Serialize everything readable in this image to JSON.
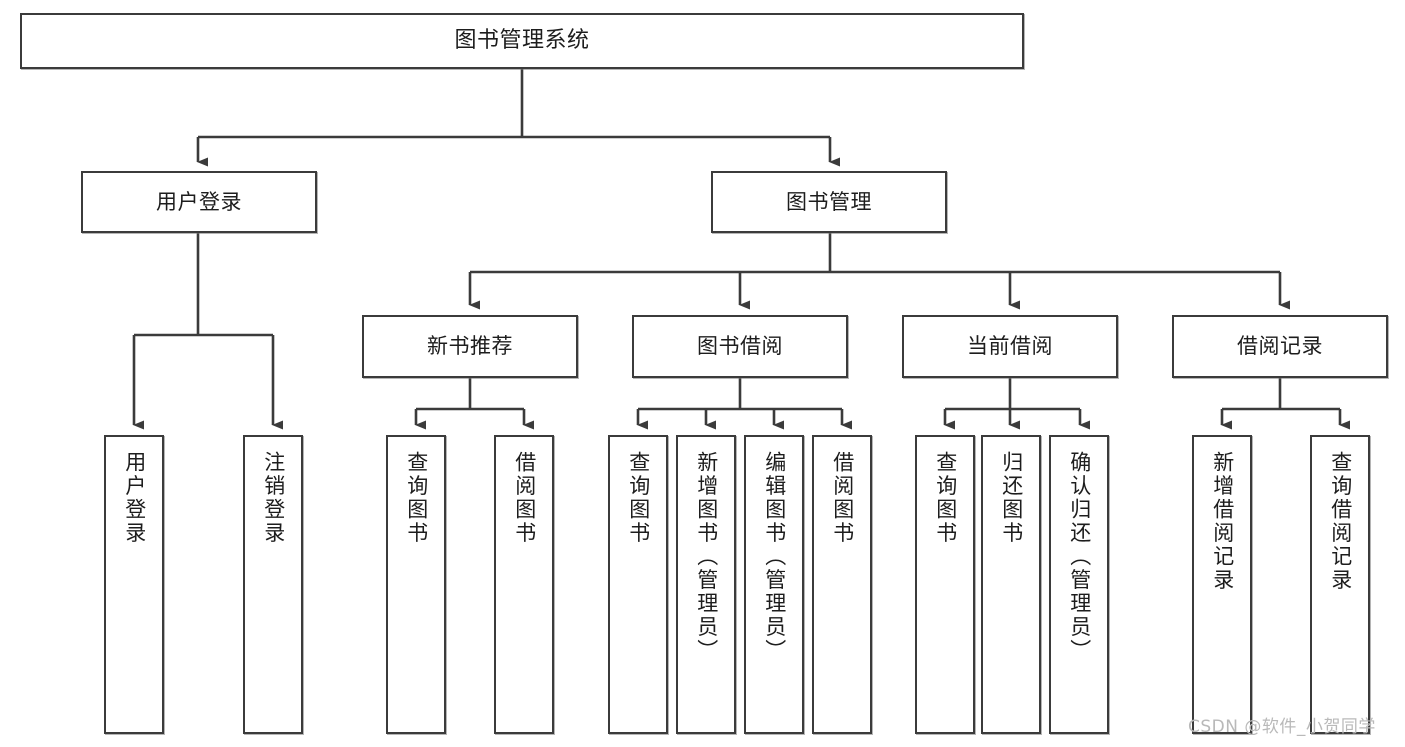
{
  "diagram": {
    "title": "图书管理系统",
    "type": "tree",
    "root": {
      "label": "图书管理系统"
    },
    "level2": [
      {
        "label": "用户登录"
      },
      {
        "label": "图书管理"
      }
    ],
    "level3": [
      {
        "label": "新书推荐"
      },
      {
        "label": "图书借阅"
      },
      {
        "label": "当前借阅"
      },
      {
        "label": "借阅记录"
      }
    ],
    "leaves": {
      "user_login": [
        {
          "label": "用户登录"
        },
        {
          "label": "注销登录"
        }
      ],
      "new_book": [
        {
          "label": "查询图书"
        },
        {
          "label": "借阅图书"
        }
      ],
      "book_borrow": [
        {
          "label": "查询图书"
        },
        {
          "label": "新增图书（管理员）"
        },
        {
          "label": "编辑图书（管理员）"
        },
        {
          "label": "借阅图书"
        }
      ],
      "current_borrow": [
        {
          "label": "查询图书"
        },
        {
          "label": "归还图书"
        },
        {
          "label": "确认归还（管理员）"
        }
      ],
      "borrow_record": [
        {
          "label": "新增借阅记录"
        },
        {
          "label": "查询借阅记录"
        }
      ]
    }
  },
  "watermark": {
    "text": "CSDN @软件_小贺同学"
  },
  "colors": {
    "stroke": "#3b3b3b",
    "fill": "#ffffff",
    "text": "#1d1d1d",
    "watermark": "#b9b9b9"
  }
}
